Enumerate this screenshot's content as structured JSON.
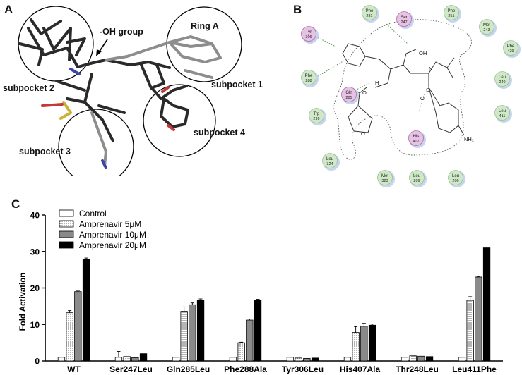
{
  "panels": {
    "a": {
      "letter": "A",
      "labels": {
        "oh_group": "-OH group",
        "ring_a": "Ring A",
        "subpocket1": "subpocket 1",
        "subpocket2": "subpocket 2",
        "subpocket3": "subpocket 3",
        "subpocket4": "subpocket 4"
      }
    },
    "b": {
      "letter": "B",
      "residues": [
        {
          "name": "Phe",
          "num": "281",
          "tone": "green"
        },
        {
          "name": "Ser",
          "num": "247",
          "tone": "pink"
        },
        {
          "name": "Phe",
          "num": "251",
          "tone": "green"
        },
        {
          "name": "Met",
          "num": "243",
          "tone": "green"
        },
        {
          "name": "Tyr",
          "num": "306",
          "tone": "pink"
        },
        {
          "name": "Phe",
          "num": "429",
          "tone": "green"
        },
        {
          "name": "Phe",
          "num": "288",
          "tone": "green"
        },
        {
          "name": "Gln",
          "num": "285",
          "tone": "pink"
        },
        {
          "name": "Leu",
          "num": "240",
          "tone": "green"
        },
        {
          "name": "Trp",
          "num": "299",
          "tone": "green"
        },
        {
          "name": "Leu",
          "num": "411",
          "tone": "green"
        },
        {
          "name": "His",
          "num": "407",
          "tone": "pink"
        },
        {
          "name": "Leu",
          "num": "324",
          "tone": "green"
        },
        {
          "name": "Met",
          "num": "323",
          "tone": "green"
        },
        {
          "name": "Leu",
          "num": "209",
          "tone": "green"
        },
        {
          "name": "Leu",
          "num": "206",
          "tone": "green"
        }
      ],
      "atoms": {
        "oh": "OH",
        "o1": "O",
        "o2": "O",
        "o3": "O",
        "n": "N",
        "h": "H",
        "s": "S",
        "nh2": "NH₂"
      }
    },
    "c": {
      "letter": "C"
    }
  },
  "chart_data": {
    "type": "bar",
    "categories": [
      "WT",
      "Ser247Leu",
      "Gln285Leu",
      "Phe288Ala",
      "Tyr306Leu",
      "His407Ala",
      "Thr248Leu",
      "Leu411Phe"
    ],
    "series": [
      {
        "name": "Control",
        "values": [
          1,
          1,
          1,
          1,
          1,
          1,
          1,
          1
        ],
        "errors": [
          0,
          1.6,
          0,
          0,
          0,
          0,
          0,
          0
        ],
        "fill": "white"
      },
      {
        "name": "Amprenavir 5μM",
        "values": [
          13.2,
          1.2,
          13.6,
          5.0,
          0.8,
          7.8,
          1.4,
          16.6
        ],
        "errors": [
          0.6,
          0,
          1.2,
          0.15,
          0,
          1.6,
          0,
          1.0
        ],
        "fill": "dots"
      },
      {
        "name": "Amprenavir 10μM",
        "values": [
          19.0,
          0.9,
          15.4,
          11.2,
          0.7,
          9.5,
          1.3,
          23.0
        ],
        "errors": [
          0.3,
          0,
          0.5,
          0.3,
          0,
          0.8,
          0,
          0.2
        ],
        "fill": "#8a8a8a"
      },
      {
        "name": "Amprenavir 20μM",
        "values": [
          27.8,
          2.0,
          16.6,
          16.7,
          0.8,
          9.8,
          1.2,
          31.0
        ],
        "errors": [
          0.4,
          0,
          0.4,
          0.2,
          0,
          0.3,
          0,
          0.2
        ],
        "fill": "#000000"
      }
    ],
    "ylabel": "Fold Activation",
    "ylim": [
      0,
      40
    ],
    "yticks": [
      0,
      10,
      20,
      30,
      40
    ],
    "legend": "top-left"
  }
}
